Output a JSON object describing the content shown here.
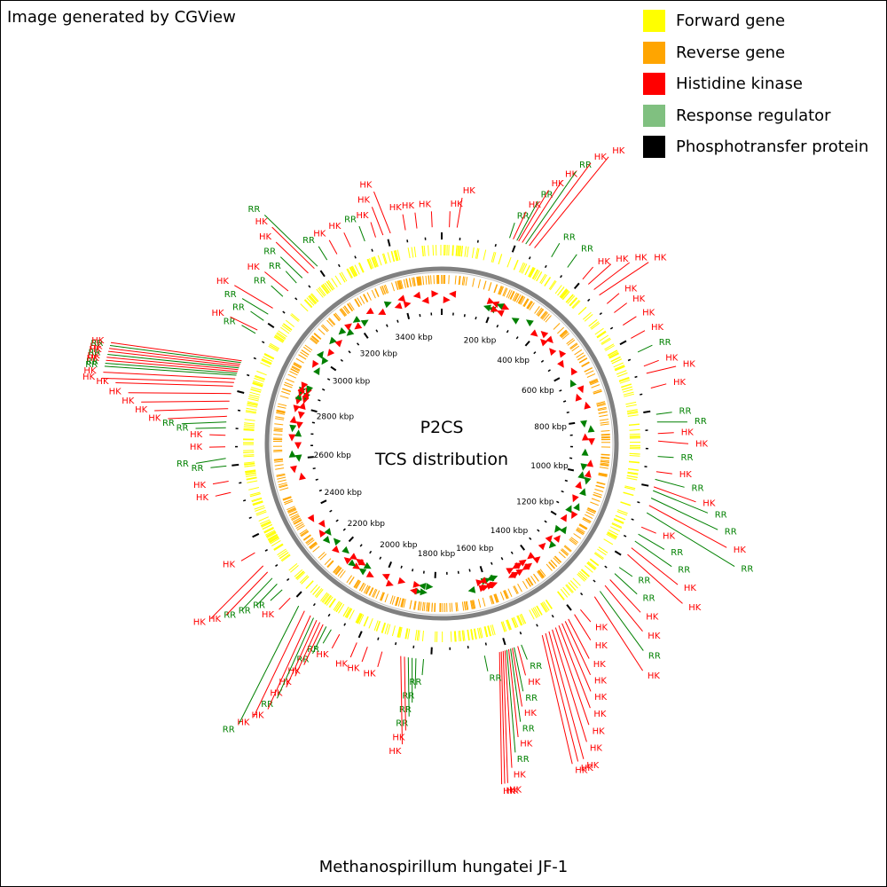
{
  "credit": "Image generated by CGView",
  "legend": [
    {
      "label": "Forward gene",
      "color": "#ffff00",
      "icon": "square-swatch"
    },
    {
      "label": "Reverse gene",
      "color": "#ffa500",
      "icon": "square-swatch"
    },
    {
      "label": "Histidine kinase",
      "color": "#ff0000",
      "icon": "square-swatch"
    },
    {
      "label": "Response regulator",
      "color": "#80c080",
      "icon": "square-swatch"
    },
    {
      "label": "Phosphotransfer protein",
      "color": "#000000",
      "icon": "square-swatch"
    }
  ],
  "center": {
    "line1": "P2CS",
    "line2": "TCS distribution"
  },
  "organism": "Methanospirillum hungatei JF-1",
  "genome": {
    "length_kbp": 3545,
    "ruler_labels": [
      "200 kbp",
      "400 kbp",
      "600 kbp",
      "800 kbp",
      "1000 kbp",
      "1200 kbp",
      "1400 kbp",
      "1600 kbp",
      "1800 kbp",
      "2000 kbp",
      "2200 kbp",
      "2400 kbp",
      "2600 kbp",
      "2800 kbp",
      "3000 kbp",
      "3200 kbp",
      "3400 kbp"
    ],
    "ruler_positions_kbp": [
      200,
      400,
      600,
      800,
      1000,
      1200,
      1400,
      1600,
      1800,
      2000,
      2200,
      2400,
      2600,
      2800,
      3000,
      3200,
      3400
    ]
  },
  "colors": {
    "forward": "#ffff00",
    "reverse": "#ffa500",
    "hk": "#ff0000",
    "rr": "#008000",
    "backbone": "#808080",
    "ticks": "#000000"
  },
  "feature_labels": {
    "hk": "HK",
    "rr": "RR"
  },
  "features": [
    {
      "type": "HK",
      "kbp": 20
    },
    {
      "type": "HK",
      "kbp": 40
    },
    {
      "type": "RR",
      "kbp": 180
    },
    {
      "type": "HK",
      "kbp": 190
    },
    {
      "type": "RR",
      "kbp": 200
    },
    {
      "type": "HK",
      "kbp": 205
    },
    {
      "type": "HK",
      "kbp": 215
    },
    {
      "type": "RR",
      "kbp": 225
    },
    {
      "type": "HK",
      "kbp": 235
    },
    {
      "type": "HK",
      "kbp": 250
    },
    {
      "type": "RR",
      "kbp": 300
    },
    {
      "type": "RR",
      "kbp": 350
    },
    {
      "type": "HK",
      "kbp": 400
    },
    {
      "type": "HK",
      "kbp": 420
    },
    {
      "type": "HK",
      "kbp": 440
    },
    {
      "type": "HK",
      "kbp": 460
    },
    {
      "type": "HK",
      "kbp": 490
    },
    {
      "type": "HK",
      "kbp": 520
    },
    {
      "type": "HK",
      "kbp": 560
    },
    {
      "type": "HK",
      "kbp": 600
    },
    {
      "type": "RR",
      "kbp": 640
    },
    {
      "type": "HK",
      "kbp": 680
    },
    {
      "type": "HK",
      "kbp": 700
    },
    {
      "type": "HK",
      "kbp": 740
    },
    {
      "type": "RR",
      "kbp": 810
    },
    {
      "type": "RR",
      "kbp": 830
    },
    {
      "type": "HK",
      "kbp": 860
    },
    {
      "type": "HK",
      "kbp": 880
    },
    {
      "type": "RR",
      "kbp": 920
    },
    {
      "type": "HK",
      "kbp": 960
    },
    {
      "type": "RR",
      "kbp": 980
    },
    {
      "type": "HK",
      "kbp": 1000
    },
    {
      "type": "RR",
      "kbp": 1010
    },
    {
      "type": "RR",
      "kbp": 1030
    },
    {
      "type": "HK",
      "kbp": 1050
    },
    {
      "type": "RR",
      "kbp": 1070
    },
    {
      "type": "HK",
      "kbp": 1110
    },
    {
      "type": "RR",
      "kbp": 1130
    },
    {
      "type": "RR",
      "kbp": 1150
    },
    {
      "type": "HK",
      "kbp": 1170
    },
    {
      "type": "HK",
      "kbp": 1190
    },
    {
      "type": "RR",
      "kbp": 1230
    },
    {
      "type": "RR",
      "kbp": 1250
    },
    {
      "type": "HK",
      "kbp": 1270
    },
    {
      "type": "HK",
      "kbp": 1290
    },
    {
      "type": "RR",
      "kbp": 1310
    },
    {
      "type": "HK",
      "kbp": 1330
    },
    {
      "type": "HK",
      "kbp": 1380
    },
    {
      "type": "HK",
      "kbp": 1400
    },
    {
      "type": "HK",
      "kbp": 1420
    },
    {
      "type": "HK",
      "kbp": 1430
    },
    {
      "type": "HK",
      "kbp": 1440
    },
    {
      "type": "HK",
      "kbp": 1450
    },
    {
      "type": "HK",
      "kbp": 1460
    },
    {
      "type": "HK",
      "kbp": 1470
    },
    {
      "type": "HK",
      "kbp": 1480
    },
    {
      "type": "HK",
      "kbp": 1490
    },
    {
      "type": "HK",
      "kbp": 1500
    },
    {
      "type": "RR",
      "kbp": 1560
    },
    {
      "type": "HK",
      "kbp": 1570
    },
    {
      "type": "RR",
      "kbp": 1580
    },
    {
      "type": "HK",
      "kbp": 1585
    },
    {
      "type": "RR",
      "kbp": 1590
    },
    {
      "type": "HK",
      "kbp": 1595
    },
    {
      "type": "RR",
      "kbp": 1600
    },
    {
      "type": "HK",
      "kbp": 1605
    },
    {
      "type": "HK",
      "kbp": 1610
    },
    {
      "type": "HK",
      "kbp": 1615
    },
    {
      "type": "HK",
      "kbp": 1620
    },
    {
      "type": "RR",
      "kbp": 1660
    },
    {
      "type": "RR",
      "kbp": 1820
    },
    {
      "type": "RR",
      "kbp": 1840
    },
    {
      "type": "RR",
      "kbp": 1850
    },
    {
      "type": "RR",
      "kbp": 1860
    },
    {
      "type": "HK",
      "kbp": 1870
    },
    {
      "type": "HK",
      "kbp": 1880
    },
    {
      "type": "HK",
      "kbp": 1930
    },
    {
      "type": "HK",
      "kbp": 1970
    },
    {
      "type": "HK",
      "kbp": 2000
    },
    {
      "type": "HK",
      "kbp": 2050
    },
    {
      "type": "RR",
      "kbp": 2075
    },
    {
      "type": "RR",
      "kbp": 2090
    },
    {
      "type": "HK",
      "kbp": 2100
    },
    {
      "type": "HK",
      "kbp": 2110
    },
    {
      "type": "HK",
      "kbp": 2120
    },
    {
      "type": "RR",
      "kbp": 2130
    },
    {
      "type": "HK",
      "kbp": 2140
    },
    {
      "type": "HK",
      "kbp": 2160
    },
    {
      "type": "RR",
      "kbp": 2180
    },
    {
      "type": "HK",
      "kbp": 2210
    },
    {
      "type": "RR",
      "kbp": 2240
    },
    {
      "type": "RR",
      "kbp": 2260
    },
    {
      "type": "RR",
      "kbp": 2280
    },
    {
      "type": "HK",
      "kbp": 2300
    },
    {
      "type": "HK",
      "kbp": 2320
    },
    {
      "type": "HK",
      "kbp": 2360
    },
    {
      "type": "HK",
      "kbp": 2530
    },
    {
      "type": "HK",
      "kbp": 2560
    },
    {
      "type": "RR",
      "kbp": 2600
    },
    {
      "type": "RR",
      "kbp": 2620
    },
    {
      "type": "HK",
      "kbp": 2650
    },
    {
      "type": "HK",
      "kbp": 2680
    },
    {
      "type": "RR",
      "kbp": 2700
    },
    {
      "type": "RR",
      "kbp": 2715
    },
    {
      "type": "HK",
      "kbp": 2730
    },
    {
      "type": "HK",
      "kbp": 2750
    },
    {
      "type": "HK",
      "kbp": 2770
    },
    {
      "type": "HK",
      "kbp": 2790
    },
    {
      "type": "HK",
      "kbp": 2810
    },
    {
      "type": "HK",
      "kbp": 2820
    },
    {
      "type": "HK",
      "kbp": 2830
    },
    {
      "type": "RR",
      "kbp": 2840
    },
    {
      "type": "RR",
      "kbp": 2845
    },
    {
      "type": "HK",
      "kbp": 2850
    },
    {
      "type": "HK",
      "kbp": 2855
    },
    {
      "type": "RR",
      "kbp": 2860
    },
    {
      "type": "HK",
      "kbp": 2865
    },
    {
      "type": "HK",
      "kbp": 2870
    },
    {
      "type": "RR",
      "kbp": 2875
    },
    {
      "type": "HK",
      "kbp": 2880
    },
    {
      "type": "RR",
      "kbp": 2960
    },
    {
      "type": "HK",
      "kbp": 2970
    },
    {
      "type": "RR",
      "kbp": 3000
    },
    {
      "type": "RR",
      "kbp": 3020
    },
    {
      "type": "HK",
      "kbp": 3040
    },
    {
      "type": "RR",
      "kbp": 3080
    },
    {
      "type": "HK",
      "kbp": 3100
    },
    {
      "type": "RR",
      "kbp": 3130
    },
    {
      "type": "RR",
      "kbp": 3150
    },
    {
      "type": "HK",
      "kbp": 3170
    },
    {
      "type": "HK",
      "kbp": 3190
    },
    {
      "type": "RR",
      "kbp": 3200
    },
    {
      "type": "RR",
      "kbp": 3230
    },
    {
      "type": "HK",
      "kbp": 3260
    },
    {
      "type": "HK",
      "kbp": 3300
    },
    {
      "type": "RR",
      "kbp": 3340
    },
    {
      "type": "HK",
      "kbp": 3370
    },
    {
      "type": "HK",
      "kbp": 3390
    },
    {
      "type": "HK",
      "kbp": 3410
    },
    {
      "type": "HK",
      "kbp": 3450
    },
    {
      "type": "HK",
      "kbp": 3480
    },
    {
      "type": "HK",
      "kbp": 3520
    }
  ]
}
